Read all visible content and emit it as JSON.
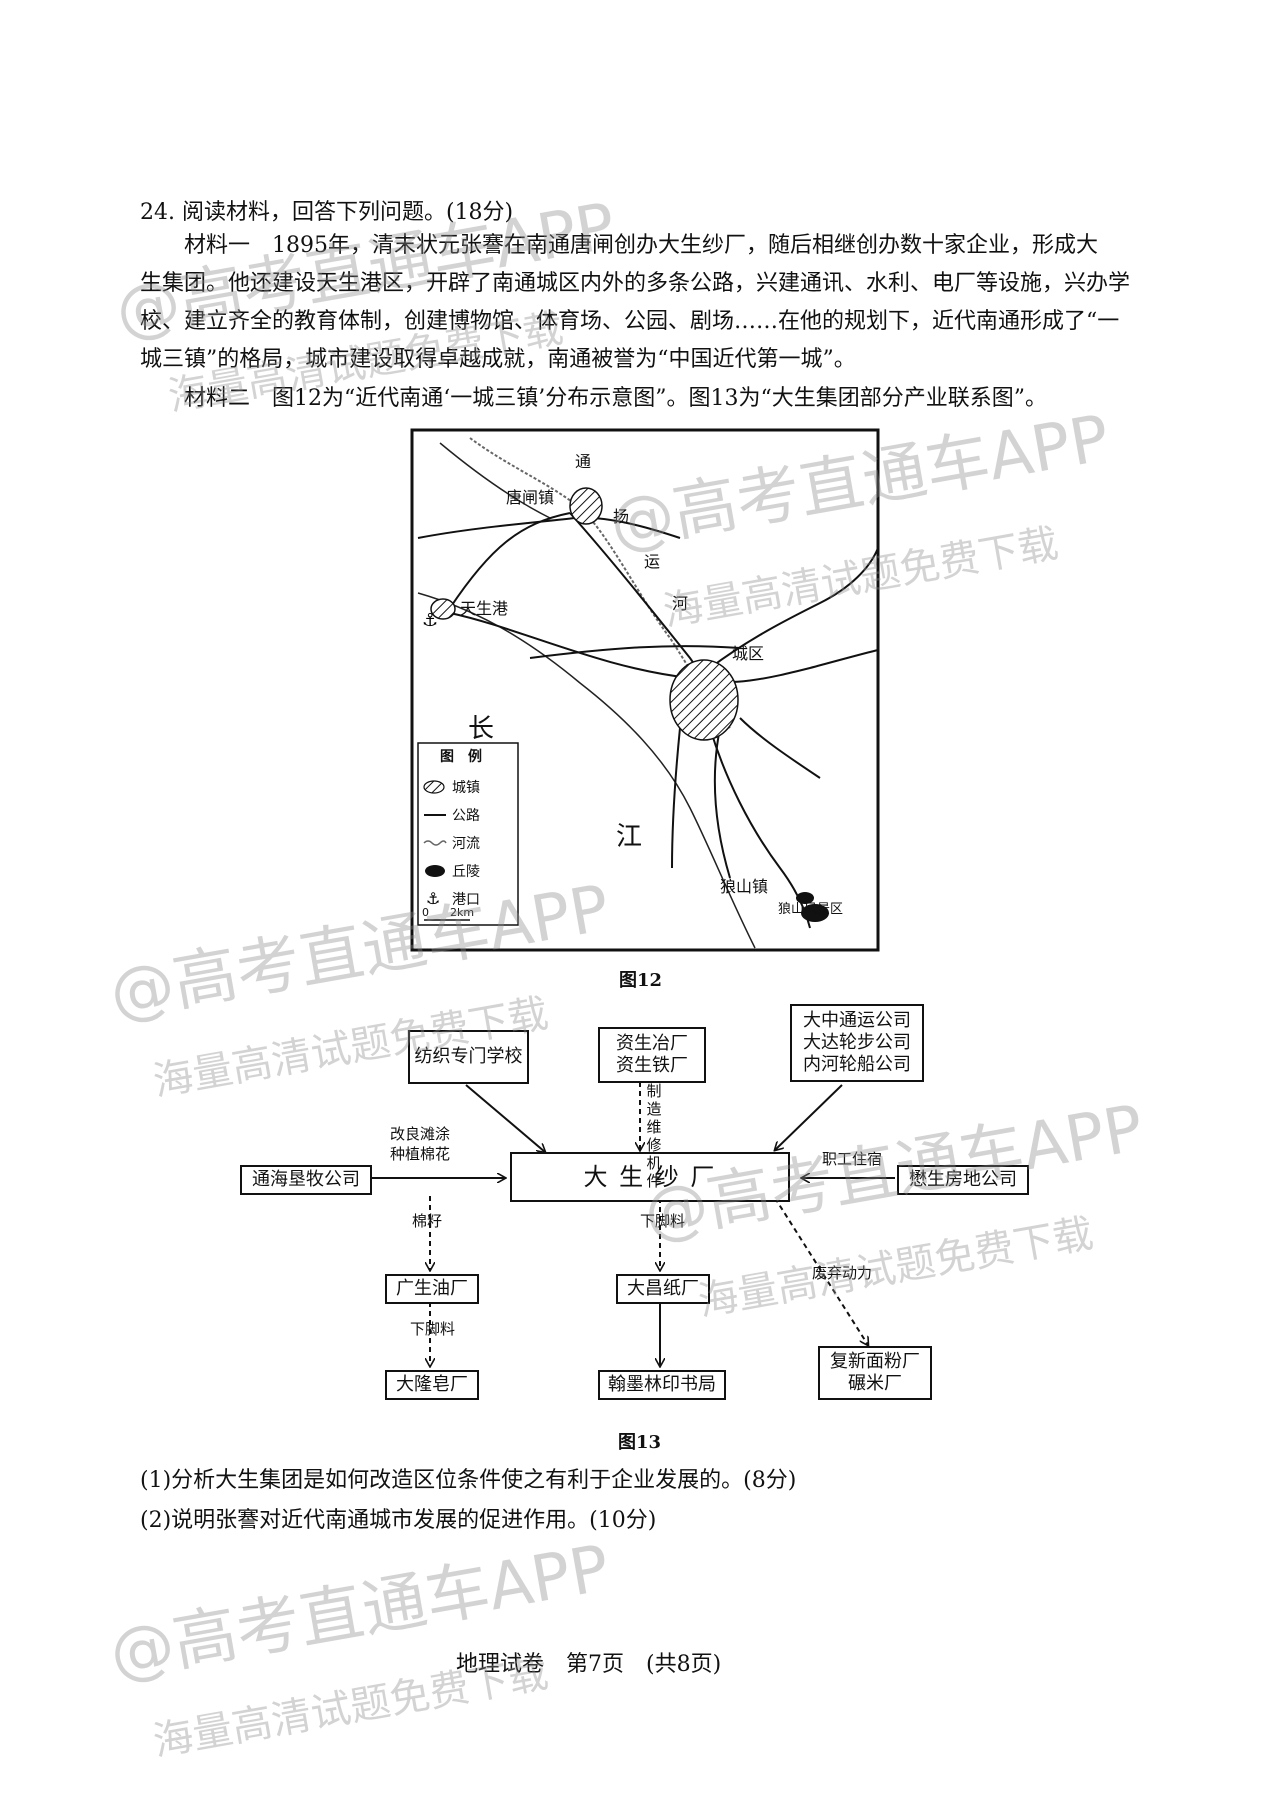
{
  "question": {
    "header": "24. 阅读材料，回答下列问题。(18分)",
    "material1_lines": [
      "材料一　1895年，清末状元张謇在南通唐闸创办大生纱厂，随后相继创办数十家企业，形成大",
      "生集团。他还建设天生港区，开辟了南通城区内外的多条公路，兴建通讯、水利、电厂等设施，兴办学",
      "校、建立齐全的教育体制，创建博物馆、体育场、公园、剧场……在他的规划下，近代南通形成了“一",
      "城三镇”的格局，城市建设取得卓越成就，南通被誉为“中国近代第一城”。"
    ],
    "material2": "材料二　图12为“近代南通‘一城三镇’分布示意图”。图13为“大生集团部分产业联系图”。",
    "sub_q1": "(1)分析大生集团是如何改造区位条件使之有利于企业发展的。(8分)",
    "sub_q2": "(2)说明张謇对近代南通城市发展的促进作用。(10分)"
  },
  "map": {
    "caption": "图12",
    "labels": {
      "tangzha": "唐闸镇",
      "tianshenggang": "天生港",
      "chengqu": "城区",
      "langshan_town": "狼山镇",
      "langshan_scenic": "狼山风景区",
      "river_chars": [
        "通",
        "扬",
        "运",
        "河"
      ],
      "chang": "长",
      "jiang": "江"
    },
    "legend": {
      "title": "图　例",
      "items": [
        "城镇",
        "公路",
        "河流",
        "丘陵",
        "港口"
      ],
      "scale_zero": "0",
      "scale_label": "2km"
    }
  },
  "flow": {
    "caption": "图13",
    "center": "大 生 纱 厂",
    "nodes": {
      "school": "纺织专门学校",
      "ironworks": [
        "资生冶厂",
        "资生铁厂"
      ],
      "shipping": [
        "大中通运公司",
        "大达轮步公司",
        "内河轮船公司"
      ],
      "tonghai": "通海垦牧公司",
      "realty": "懋生房地公司",
      "oilmill": "广生油厂",
      "papermill": "大昌纸厂",
      "soap": "大隆皂厂",
      "printing": "翰墨林印书局",
      "flour": [
        "复新面粉厂",
        "碾米厂"
      ]
    },
    "edge_labels": {
      "cotton": [
        "改良滩涂",
        "种植棉花"
      ],
      "machines": [
        "制造",
        "维修",
        "机件"
      ],
      "housing": "职工住宿",
      "cottonseed": "棉籽",
      "offcuts1": "下脚料",
      "offcuts2": "下脚料",
      "waste_power": "废弃动力"
    }
  },
  "footer": "地理试卷　第7页　(共8页)",
  "watermark": {
    "line1": "@高考直通车APP",
    "line2": "海量高清试题免费下载"
  }
}
